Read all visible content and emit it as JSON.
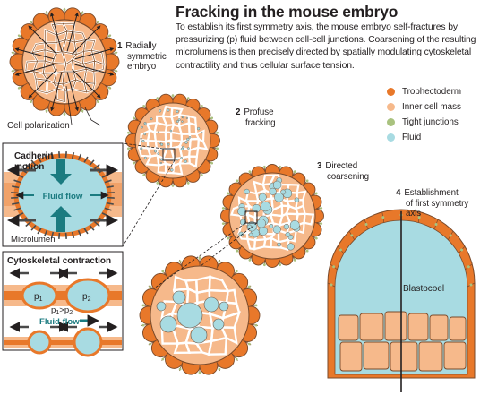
{
  "title": "Fracking in the mouse embryo",
  "intro": "To establish its first symmetry axis, the mouse embryo self-fractures by pressurizing (p) fluid between cell-cell junctions. Coarsening of the resulting microlumens is then precisely directed by spatially modulating cytoskeletal contractility and thus cellular surface tension.",
  "stages": [
    {
      "num": "1",
      "line1": "Radially",
      "line2": "symmetric",
      "line3": "embryo"
    },
    {
      "num": "2",
      "line1": "Profuse",
      "line2": "fracking"
    },
    {
      "num": "3",
      "line1": "Directed",
      "line2": "coarsening"
    },
    {
      "num": "4",
      "line1": "Establishment",
      "line2": "of first symmetry",
      "line3": "axis"
    }
  ],
  "cell_polarization": "Cell polarization",
  "blastocoel": "Blastocoel",
  "legend": [
    {
      "label": "Trophectoderm",
      "color": "#e8782a"
    },
    {
      "label": "Inner cell mass",
      "color": "#f6b98b"
    },
    {
      "label": "Tight junctions",
      "color": "#a9c27f"
    },
    {
      "label": "Fluid",
      "color": "#a8dbe2"
    }
  ],
  "inset1": {
    "head_line1": "Cadherin",
    "head_line2": "motion",
    "fluid_flow": "Fluid flow",
    "microlumen": "Microlumen"
  },
  "inset2": {
    "head": "Cytoskeletal contraction",
    "p1": "p",
    "p1_sub": "1",
    "p2": "p",
    "p2_sub": "2",
    "ineq_a": "p",
    "ineq_a_sub": "1",
    "ineq_op": ">",
    "ineq_b": "p",
    "ineq_b_sub": "2",
    "fluid_flow": "Fluid flow"
  }
}
